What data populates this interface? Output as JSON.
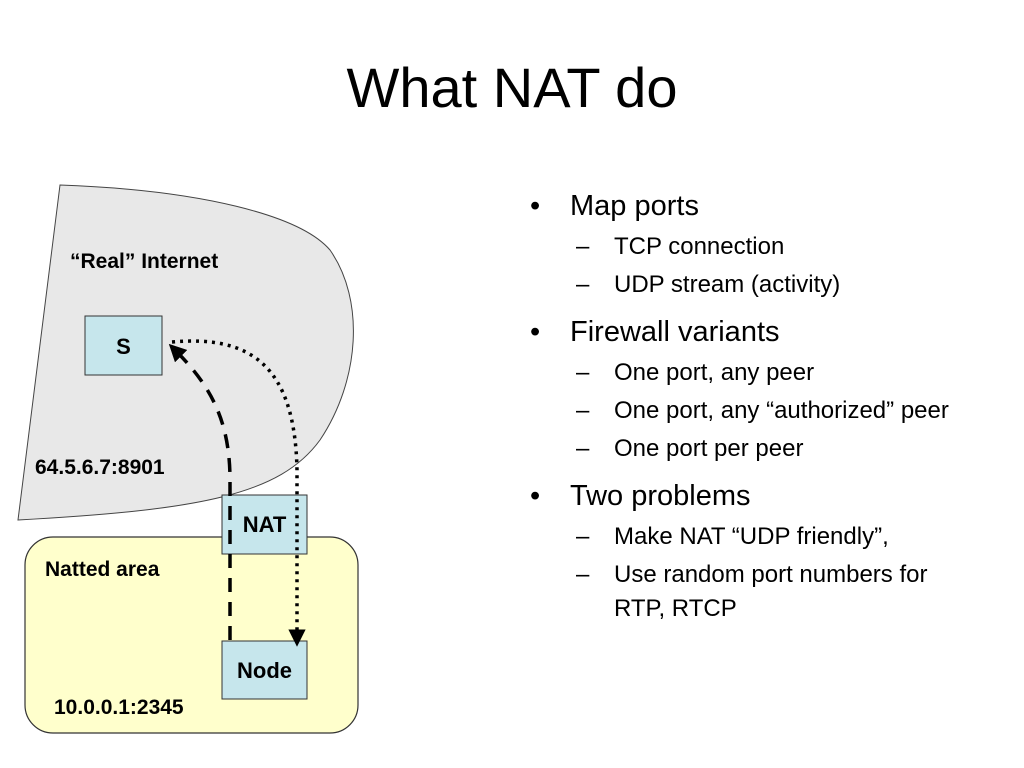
{
  "slide": {
    "title": "What NAT do"
  },
  "diagram": {
    "internet_label": "“Real” Internet",
    "natted_label": "Natted area",
    "server_label": "S",
    "nat_label": "NAT",
    "node_label": "Node",
    "server_address": "64.5.6.7:8901",
    "node_address": "10.0.0.1:2345"
  },
  "bullets": [
    {
      "text": "Map ports",
      "subs": [
        "TCP connection",
        "UDP stream (activity)"
      ]
    },
    {
      "text": "Firewall variants",
      "subs": [
        "One port, any peer",
        "One port, any “authorized” peer",
        "One port per peer"
      ]
    },
    {
      "text": "Two problems",
      "subs": [
        "Make NAT “UDP friendly”,",
        "Use random port numbers for RTP, RTCP"
      ]
    }
  ],
  "symbols": {
    "bullet": "•",
    "dash": "–"
  },
  "colors": {
    "internet_fill": "#e8e8e8",
    "natted_fill": "#ffffcc",
    "box_fill": "#c6e6ec"
  }
}
